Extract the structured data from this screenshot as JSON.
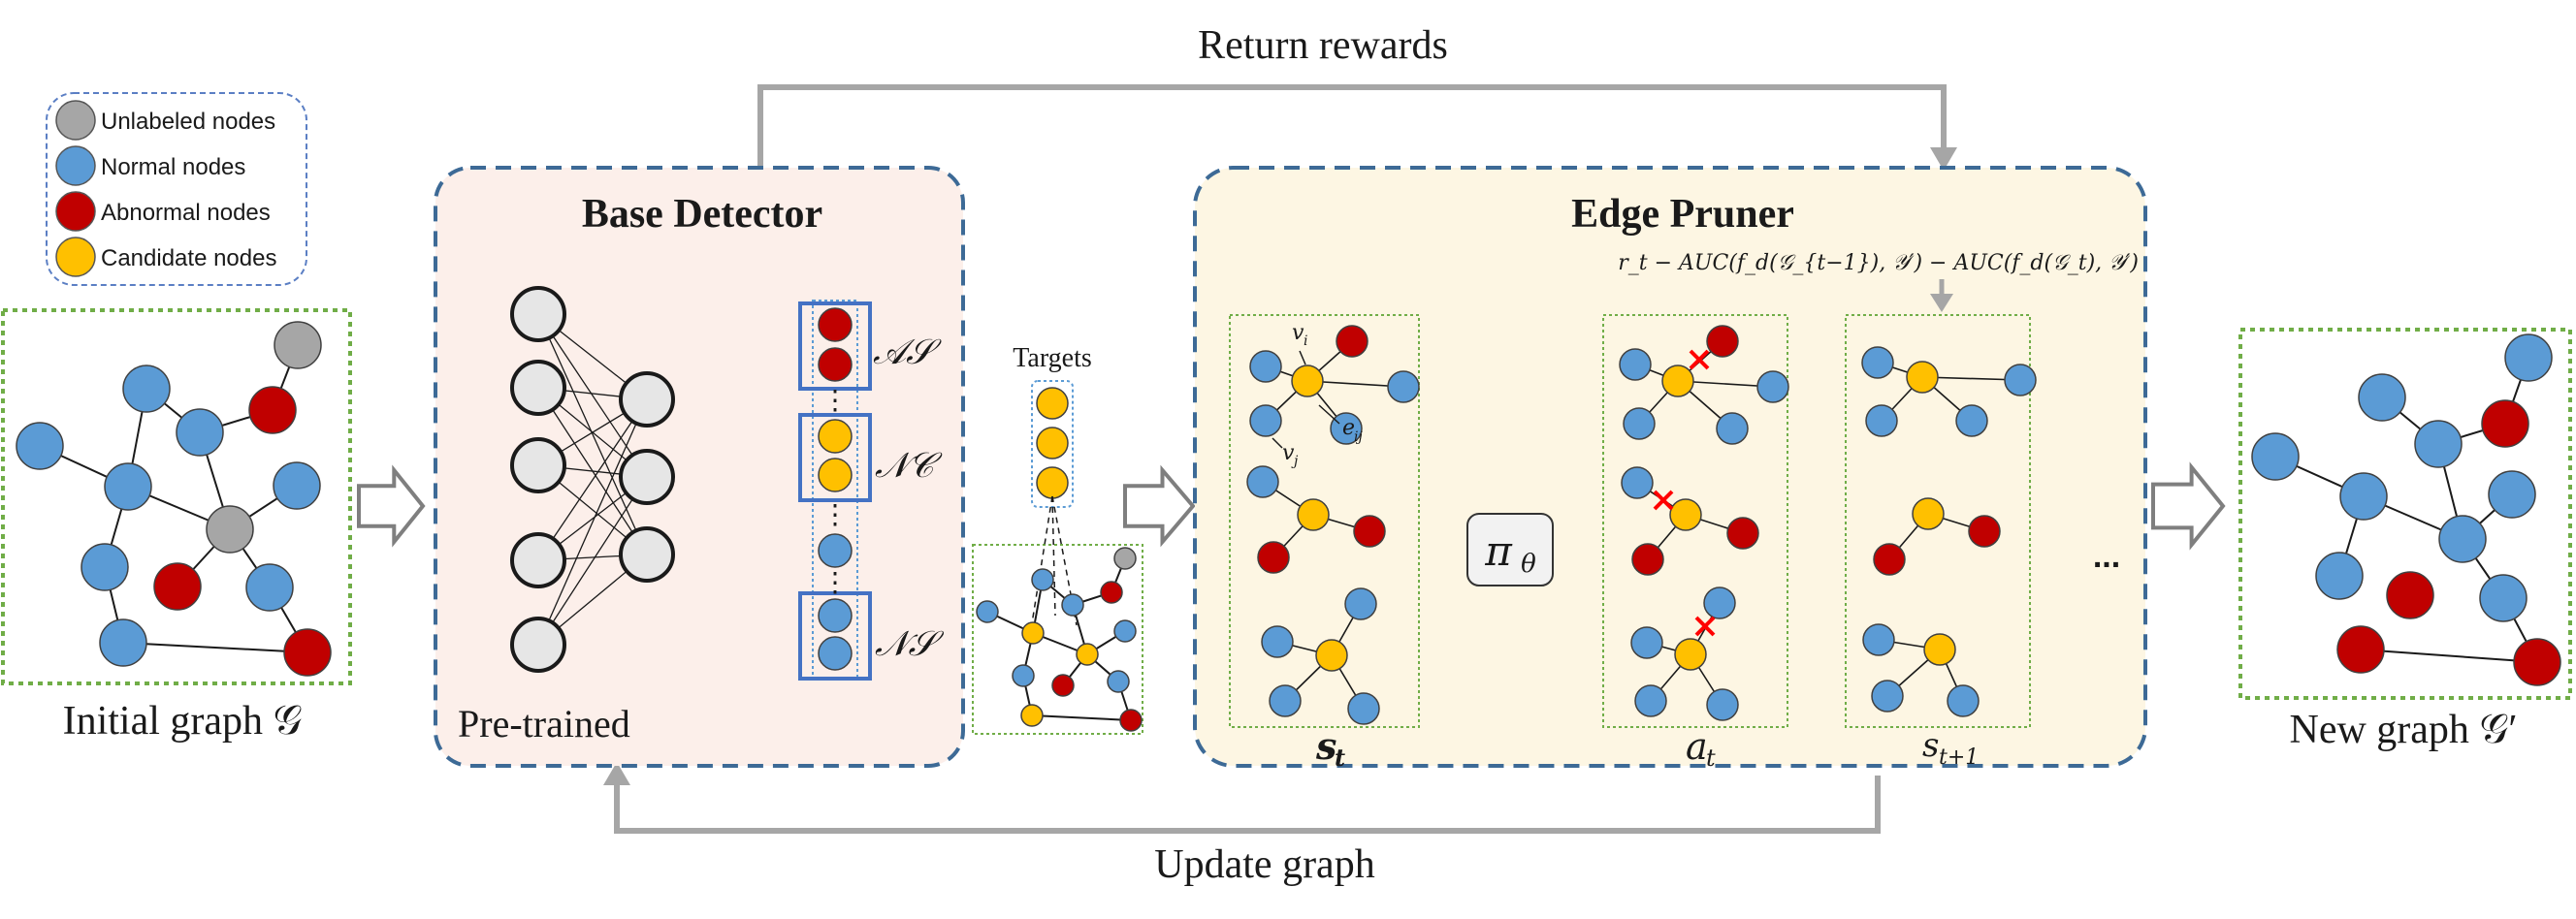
{
  "legend": [
    {
      "label": "Unlabeled nodes",
      "color": "#a6a6a6"
    },
    {
      "label": "Normal nodes",
      "color": "#5b9bd5"
    },
    {
      "label": "Abnormal nodes",
      "color": "#c00000"
    },
    {
      "label": "Candidate nodes",
      "color": "#ffc000"
    }
  ],
  "labels": {
    "return_rewards": "Return rewards",
    "update_graph": "Update graph",
    "base_detector": "Base Detector",
    "pretrained": "Pre-trained",
    "edge_pruner": "Edge Pruner",
    "initial_graph": "Initial graph 𝒢",
    "new_graph": "New graph 𝒢′",
    "targets": "Targets",
    "set_as": "𝒜𝒮",
    "set_nc": "𝒩𝒞",
    "set_ns": "𝒩𝒮",
    "policy": "π",
    "policy_sub": "θ",
    "state": "s",
    "state_sub": "t",
    "action": "a",
    "action_sub": "t",
    "next_state": "s",
    "next_state_sub": "t+1",
    "ellipsis": "...",
    "vi": "v",
    "vi_sub": "i",
    "vj": "v",
    "vj_sub": "j",
    "eij": "e",
    "eij_sub": "ij",
    "reward_formula": "r_t − AUC(f_d(𝒢_{t−1}), 𝒴′) − AUC(f_d(𝒢_t), 𝒴′)"
  },
  "colors": {
    "normal": "#5b9bd5",
    "abnormal": "#c00000",
    "candidate": "#ffc000",
    "unlabeled": "#a6a6a6",
    "dash_blue": "#3d6a96",
    "green_dot": "#70ad47",
    "pink_bg": "#fcefea",
    "yellow_bg": "#fdf6e3",
    "arrow_gray": "#a6a6a6"
  }
}
